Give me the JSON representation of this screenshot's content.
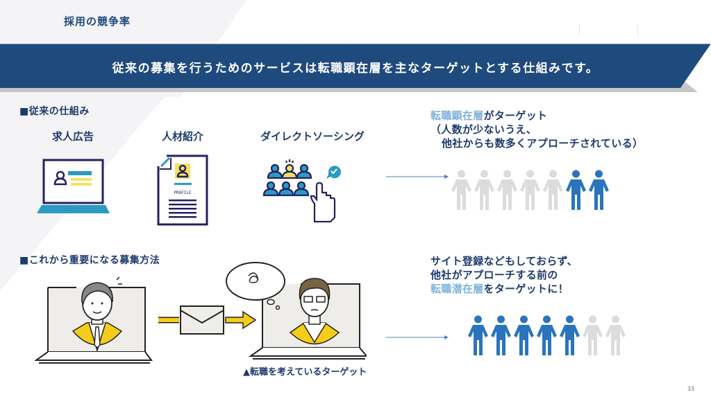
{
  "header": {
    "title": "採用の競争率"
  },
  "banner": {
    "text": "従来の募集を行うためのサービスは転職顕在層を主なターゲットとする仕組みです。",
    "color": "#1f4a7d"
  },
  "section_traditional": {
    "title": "■従来の仕組み",
    "methods": [
      {
        "label": "求人広告",
        "icon": "laptop-job-ad-icon"
      },
      {
        "label": "人材紹介",
        "icon": "profile-document-icon",
        "icon_text": "PROFILE"
      },
      {
        "label": "ダイレクトソーシング",
        "icon": "people-select-hand-icon"
      }
    ],
    "target": {
      "highlight": "転職顕在層",
      "line1_rest": "がターゲット",
      "line2": "（人数が少ないうえ、",
      "line3": "他社からも数多くアプローチされている）"
    },
    "people": {
      "total": 7,
      "highlighted": 2,
      "highlighted_position": "right"
    }
  },
  "section_future": {
    "title": "■これから重要になる募集方法",
    "caption": "▲転職を考えているターゲット",
    "target": {
      "line1": "サイト登録などもしておらず、",
      "line2": "他社がアプローチする前の",
      "highlight": "転職潜在層",
      "line3_rest": "をターゲットに！"
    },
    "people": {
      "total": 7,
      "highlighted": 5,
      "highlighted_position": "left"
    }
  },
  "colors": {
    "navy": "#1d3a6c",
    "blue_person": "#2a74bd",
    "gray_person": "#dcdcdc",
    "highlight_text": "#7fb2db",
    "yellow": "#f5cc1a",
    "icon_blue": "#2b9ac4",
    "icon_navy": "#242060"
  },
  "footer": {
    "page_number": "33"
  }
}
